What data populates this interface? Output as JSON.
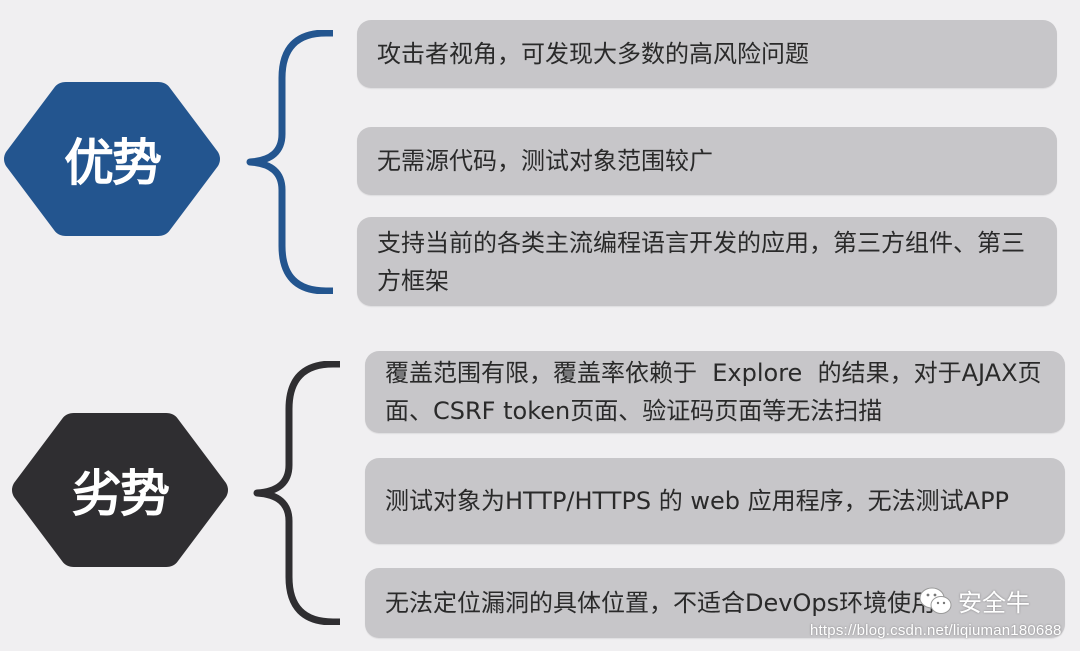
{
  "colors": {
    "background": "#f0eff1",
    "advantages_accent": "#23558f",
    "disadvantages_accent": "#2f2e31",
    "box_fill": "#c7c6c9",
    "box_text": "#2a2a2a"
  },
  "advantages": {
    "label": "优势",
    "icon": "hexagon-badge",
    "items": [
      {
        "text": "攻击者视角，可发现大多数的高风险问题"
      },
      {
        "text": "无需源代码，测试对象范围较广"
      },
      {
        "text": "支持当前的各类主流编程语言开发的应用，第三方组件、第三方框架"
      }
    ]
  },
  "disadvantages": {
    "label": "劣势",
    "icon": "hexagon-badge",
    "items": [
      {
        "text": "覆盖范围有限，覆盖率依赖于  Explore  的结果，对于AJAX页面、CSRF token页面、验证码页面等无法扫描"
      },
      {
        "text": "测试对象为HTTP/HTTPS 的 web 应用程序，无法测试APP"
      },
      {
        "text": "无法定位漏洞的具体位置，不适合DevOps环境使用"
      }
    ]
  },
  "watermark": {
    "icon": "wechat-icon",
    "brand": "安全牛",
    "url": "https://blog.csdn.net/liqiuman180688"
  }
}
